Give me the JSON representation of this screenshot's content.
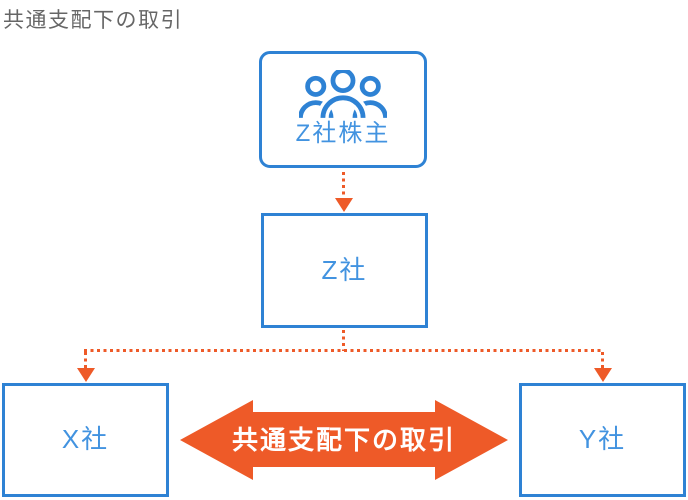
{
  "title": "共通支配下の取引",
  "colors": {
    "box_border_blue": "#2e82d4",
    "label_blue": "#4293e0",
    "accent_orange": "#ee5a28",
    "title_gray": "#666666",
    "arrow_label_white": "#ffffff"
  },
  "nodes": {
    "shareholders": {
      "label": "Z社株主",
      "icon": "people-group-icon"
    },
    "parent": {
      "label": "Z社"
    },
    "subsidiary_left": {
      "label": "X社"
    },
    "subsidiary_right": {
      "label": "Y社"
    }
  },
  "transaction_arrow": {
    "label": "共通支配下の取引"
  }
}
